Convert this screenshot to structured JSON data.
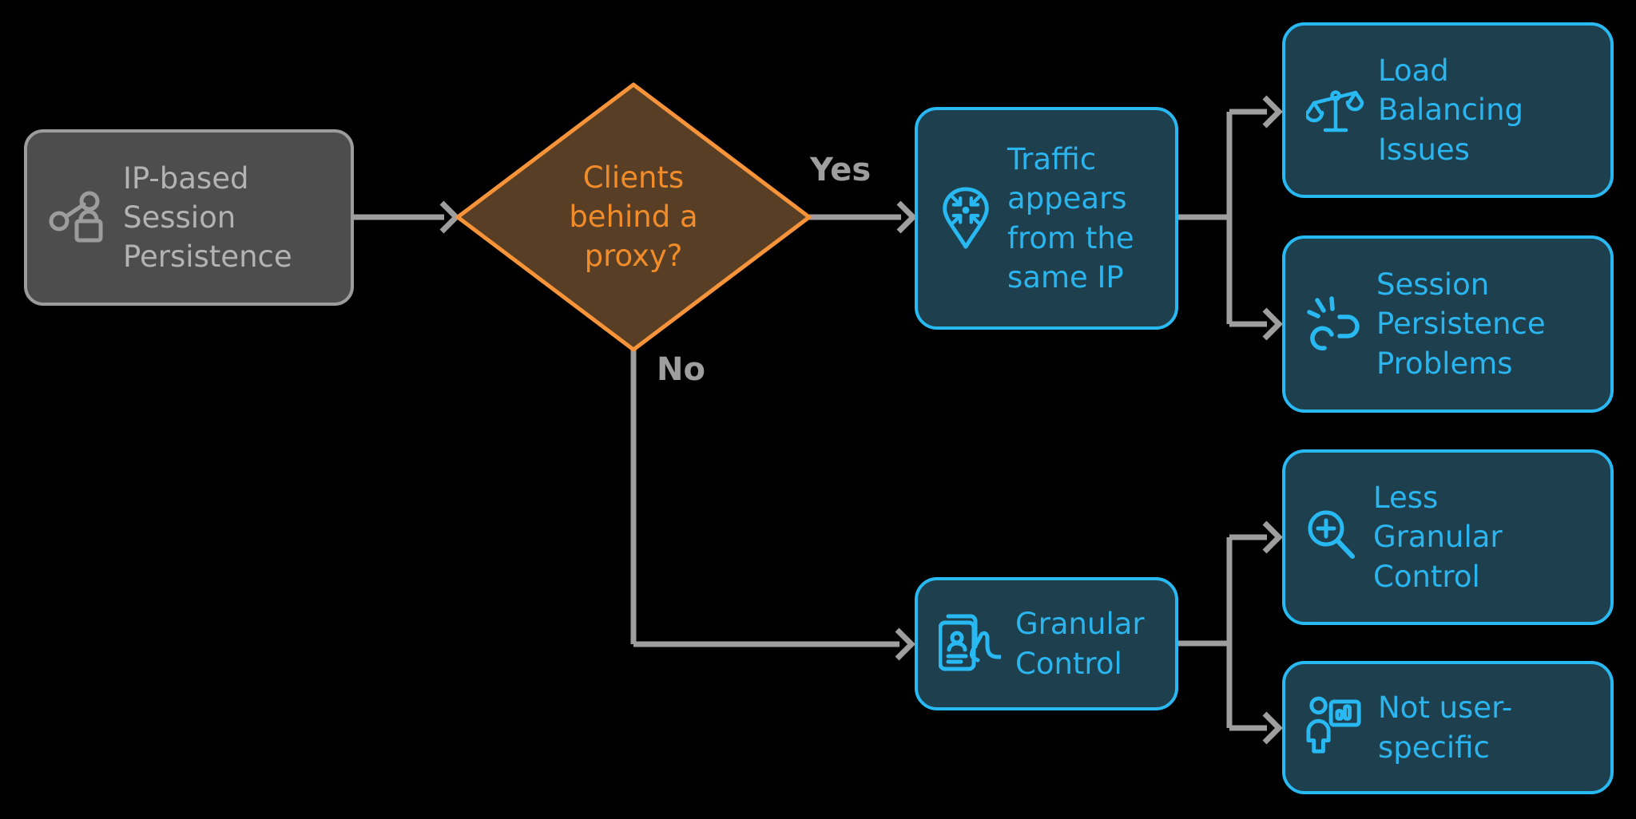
{
  "colors": {
    "background": "#000000",
    "line-gray": "#9E9E9E",
    "label-gray": "#9E9E9E",
    "node-gray-fill": "#4D4D4D",
    "node-gray-border": "#9C9C9C",
    "node-gray-text": "#B3B3B3",
    "cyan": "#29B9F2",
    "cyan-text": "#2AB5EF",
    "teal-fill": "#1E3F4D",
    "orange": "#F79339",
    "orange-text": "#F18C2B",
    "diamond-fill": "#573E24"
  },
  "diagram": {
    "source": {
      "label": "IP-based\nSession\nPersistence",
      "icon": "share-lock-icon"
    },
    "decision": {
      "label": "Clients\nbehind a\nproxy?"
    },
    "edges": {
      "yes": "Yes",
      "no": "No"
    },
    "yes_branch": {
      "node": {
        "label": "Traffic\nappears\nfrom the\nsame IP",
        "icon": "pin-converge-icon"
      },
      "outcomes": [
        {
          "label": "Load\nBalancing\nIssues",
          "icon": "balance-scale-icon"
        },
        {
          "label": "Session\nPersistence\nProblems",
          "icon": "broken-link-icon"
        }
      ]
    },
    "no_branch": {
      "node": {
        "label": "Granular\nControl",
        "icon": "id-card-hand-icon"
      },
      "outcomes": [
        {
          "label": "Less\nGranular\nControl",
          "icon": "magnifier-plus-icon"
        },
        {
          "label": "Not user-\nspecific",
          "icon": "person-chart-icon"
        }
      ]
    }
  }
}
